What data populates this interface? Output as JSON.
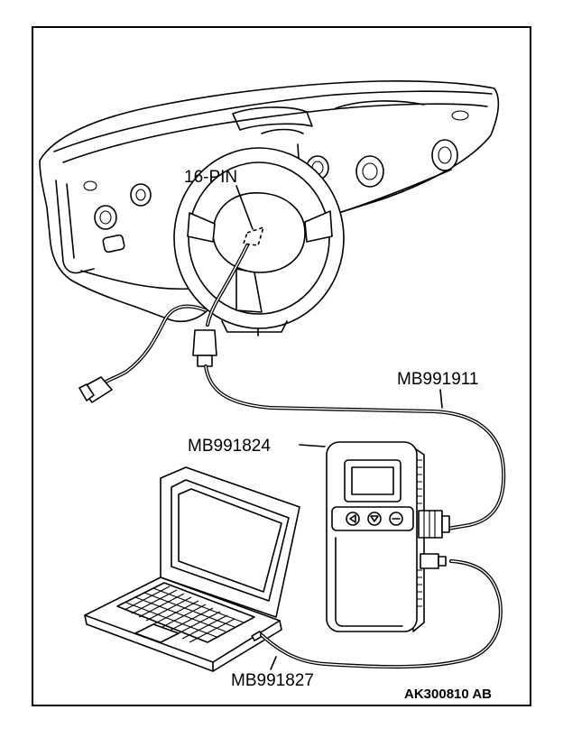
{
  "labels": {
    "connector": "16-PIN",
    "cable_top": "MB991911",
    "device": "MB991824",
    "cable_bottom": "MB991827",
    "figure_code": "AK300810 AB"
  }
}
